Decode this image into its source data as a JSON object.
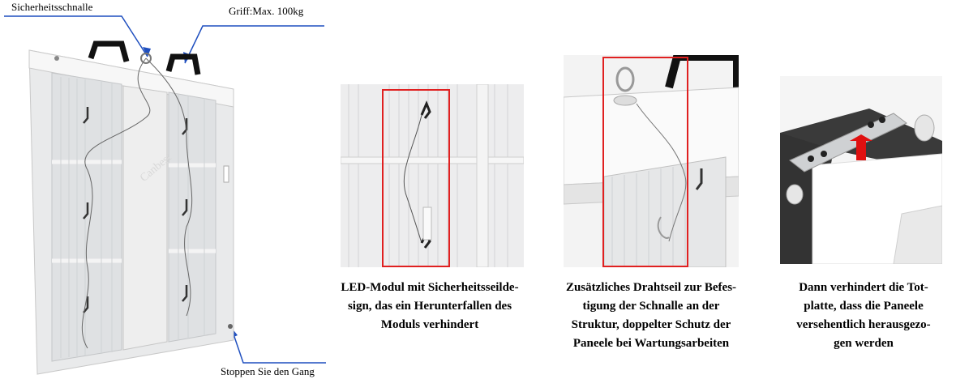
{
  "callouts": {
    "safety_buckle": "Sicherheitsschnalle",
    "handle": "Griff:Max. 100kg",
    "stopper": "Stoppen Sie den Gang"
  },
  "watermark": "Canbest",
  "captions": [
    {
      "lines": [
        "LED-Modul mit Sicherheitsseilde-",
        "sign, das ein Herunterfallen des",
        "Moduls verhindert"
      ]
    },
    {
      "lines": [
        "Zusätzliches Drahtseil zur Befes-",
        "tigung der Schnalle an der",
        "Struktur, doppelter Schutz der",
        "Paneele bei Wartungsarbeiten"
      ]
    },
    {
      "lines": [
        "Dann verhindert die Tot-",
        "platte, dass die Paneele",
        "versehentlich herausgezo-",
        "gen werden"
      ]
    }
  ],
  "colors": {
    "callout_line": "#1f4fbf",
    "highlight_box": "#e02020",
    "arrow": "#e01010",
    "frame_dark": "#333333"
  }
}
